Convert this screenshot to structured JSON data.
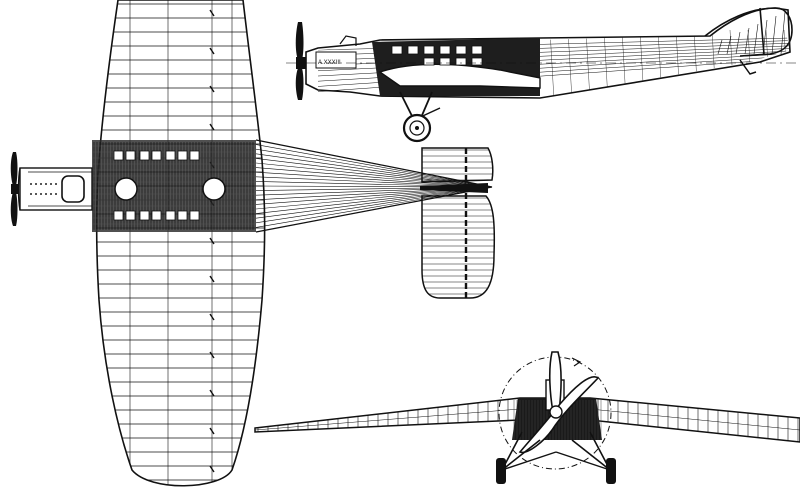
{
  "drawing": {
    "views": [
      "plan-view",
      "side-view",
      "front-view"
    ],
    "colors": {
      "ink": "#111111",
      "paper": "#ffffff"
    },
    "side_view_label": "A.XXXIII"
  }
}
